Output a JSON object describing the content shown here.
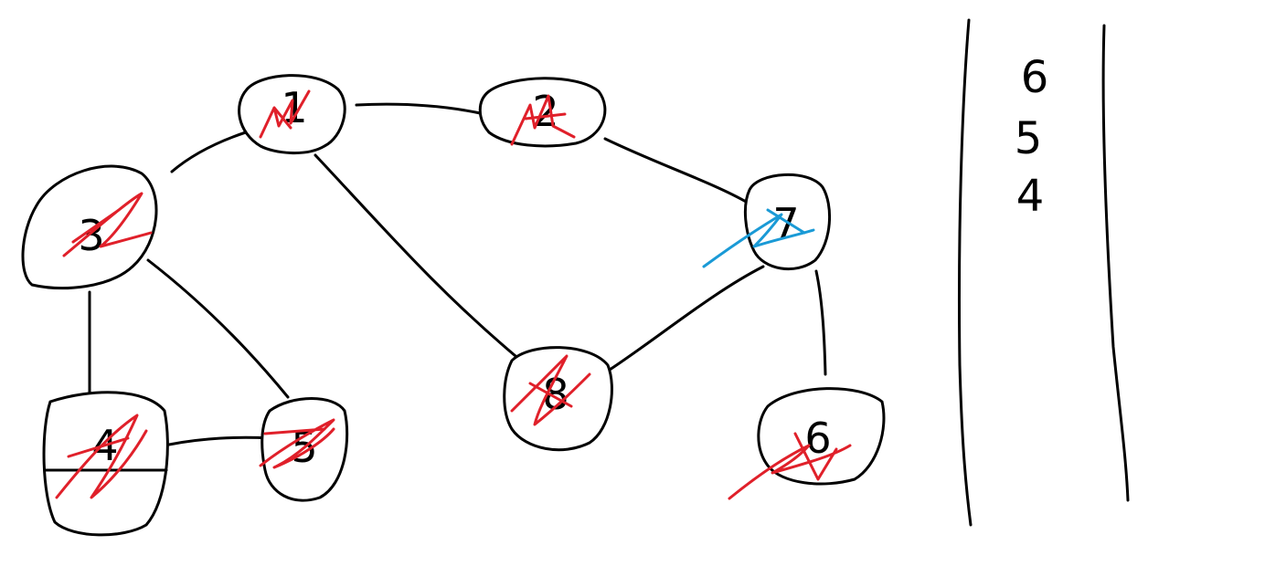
{
  "graph": {
    "nodes": [
      {
        "id": "n1",
        "label": "1",
        "state": "crossed"
      },
      {
        "id": "n2",
        "label": "2",
        "state": "crossed"
      },
      {
        "id": "n3",
        "label": "3",
        "state": "crossed"
      },
      {
        "id": "n4",
        "label": "4",
        "state": "crossed"
      },
      {
        "id": "n5",
        "label": "5",
        "state": "crossed"
      },
      {
        "id": "n6",
        "label": "6",
        "state": "crossed"
      },
      {
        "id": "n7",
        "label": "7",
        "state": "current"
      },
      {
        "id": "n8",
        "label": "8",
        "state": "crossed"
      }
    ],
    "edges": [
      [
        "n3",
        "n1"
      ],
      [
        "n1",
        "n2"
      ],
      [
        "n2",
        "n7"
      ],
      [
        "n1",
        "n8"
      ],
      [
        "n8",
        "n7"
      ],
      [
        "n7",
        "n6"
      ],
      [
        "n3",
        "n5"
      ],
      [
        "n3",
        "n4"
      ],
      [
        "n4",
        "n5"
      ]
    ]
  },
  "stack": {
    "items": [
      "6",
      "5",
      "4"
    ]
  },
  "colors": {
    "crossed": "#e0202a",
    "current": "#1a9ad6",
    "ink": "#000000"
  }
}
